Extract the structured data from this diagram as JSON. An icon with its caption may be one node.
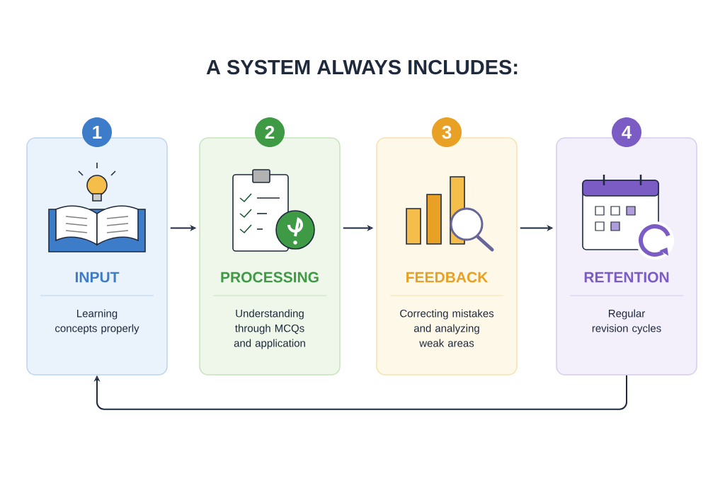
{
  "diagram": {
    "title": "A SYSTEM ALWAYS INCLUDES:",
    "nodes": [
      {
        "text": [
          "1",
          "INPUT",
          "Learning concepts properly"
        ]
      },
      {
        "text": [
          "2",
          "PROCESSING",
          "Understanding through MCQs and application"
        ]
      },
      {
        "text": [
          "3",
          "FEEDBACK",
          "Correcting mistakes and analyzing weak areas"
        ]
      },
      {
        "text": [
          "4",
          "RETENTION",
          "Regular revision cycles"
        ]
      }
    ],
    "edges": [
      {
        "from": 0,
        "to": 1,
        "arrow": "to"
      },
      {
        "from": 1,
        "to": 2,
        "arrow": "to"
      },
      {
        "from": 2,
        "to": 3,
        "arrow": "to"
      },
      {
        "from": 3,
        "to": 0,
        "arrow": "to"
      }
    ]
  }
}
